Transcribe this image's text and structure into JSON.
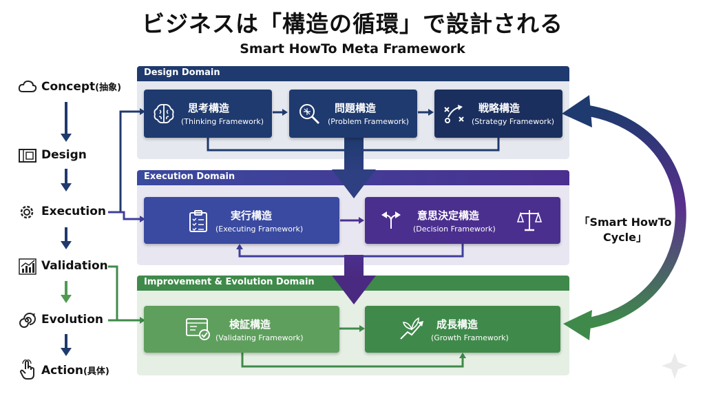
{
  "title": "ビジネスは「構造の循環」で設計される",
  "subtitle": "Smart HowTo Meta Framework",
  "left_flow": [
    {
      "label": "Concept",
      "suffix": "(抽象)",
      "icon": "cloud-icon"
    },
    {
      "label": "Design",
      "suffix": "",
      "icon": "blueprint-icon"
    },
    {
      "label": "Execution",
      "suffix": "",
      "icon": "gear-icon"
    },
    {
      "label": "Validation",
      "suffix": "",
      "icon": "bar-chart-icon"
    },
    {
      "label": "Evolution",
      "suffix": "",
      "icon": "spiral-icon"
    },
    {
      "label": "Action",
      "suffix": "(具体)",
      "icon": "hand-pointer-icon"
    }
  ],
  "domains": {
    "design": {
      "title": "Design Domain",
      "color": "#1f3a6e"
    },
    "execution": {
      "title": "Execution Domain",
      "color": "#3f3f9a"
    },
    "improvement": {
      "title": "Improvement & Evolution Domain",
      "color": "#3f8a4a"
    }
  },
  "frameworks": {
    "thinking": {
      "jp": "思考構造",
      "en": "(Thinking Framework)",
      "icon": "brain-icon"
    },
    "problem": {
      "jp": "問題構造",
      "en": "(Problem Framework)",
      "icon": "magnifier-icon"
    },
    "strategy": {
      "jp": "戦略構造",
      "en": "(Strategy Framework)",
      "icon": "strategy-play-icon"
    },
    "executing": {
      "jp": "実行構造",
      "en": "(Executing Framework)",
      "icon": "clipboard-checklist-icon"
    },
    "decision": {
      "jp": "意思決定構造",
      "en": "(Decision Framework)",
      "icon": "split-arrow-icon",
      "icon2": "scales-icon"
    },
    "validating": {
      "jp": "検証構造",
      "en": "(Validating Framework)",
      "icon": "browser-check-icon"
    },
    "growth": {
      "jp": "成長構造",
      "en": "(Growth Framework)",
      "icon": "sprout-arrow-icon"
    }
  },
  "cycle": {
    "line1": "「Smart HowTo",
    "line2": "Cycle」"
  },
  "colors": {
    "navy": "#1f3a6e",
    "purple": "#4b2f8f",
    "green": "#3f8a4a",
    "light_green": "#5f9f5e"
  }
}
